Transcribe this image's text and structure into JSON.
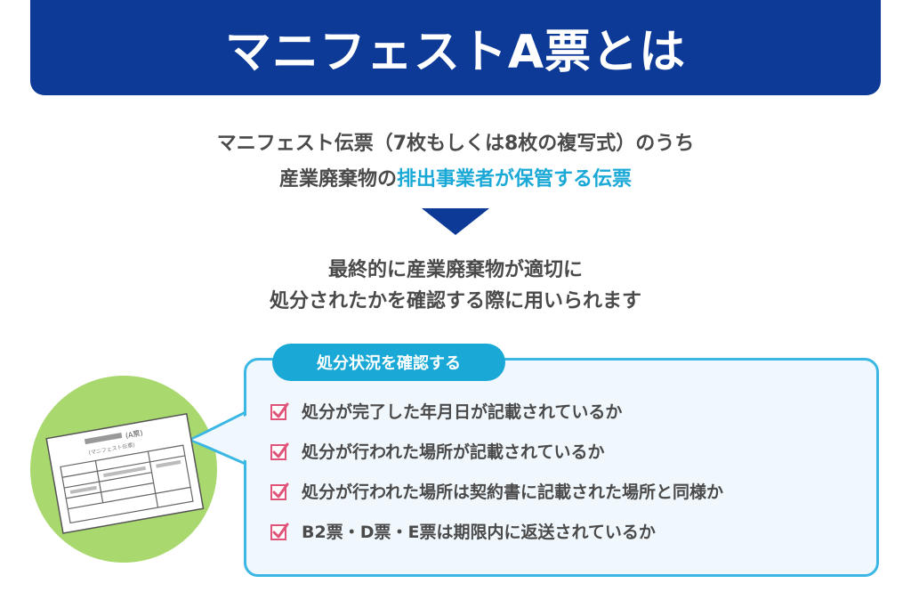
{
  "title": "マニフェストA票とは",
  "intro": {
    "line1": "マニフェスト伝票（7枚もしくは8枚の複写式）のうち",
    "line2_prefix": "産業廃棄物の",
    "line2_highlight": "排出事業者が保管する伝票"
  },
  "result": {
    "line1": "最終的に産業廃棄物が適切に",
    "line2": "処分されたかを確認する際に用いられます"
  },
  "callout": {
    "heading": "処分状況を確認する",
    "items": [
      "処分が完了した年月日が記載されているか",
      "処分が行われた場所が記載されているか",
      "処分が行われた場所は契約書に記載された場所と同様か",
      "B2票・D票・E票は期限内に返送されているか"
    ]
  },
  "document": {
    "label": "(A票)",
    "sublabel": "(マニフェスト伝票)"
  },
  "colors": {
    "navy": "#0c3a96",
    "accent_blue": "#1aa9d6",
    "green": "#a9d86e",
    "check_pink": "#e0547a"
  }
}
